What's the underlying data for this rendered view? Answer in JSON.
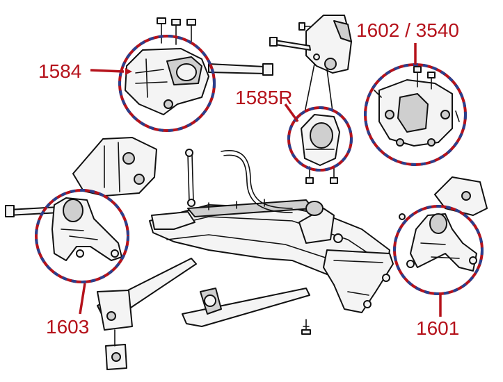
{
  "callouts": {
    "c1584": "1584",
    "c1585r": "1585R",
    "c1602": "1602 / 3540",
    "c1603": "1603",
    "c1601": "1601"
  },
  "colors": {
    "callout_text": "#b5121b",
    "ring_red": "#b5121b",
    "ring_blue": "#2b3f8c",
    "line_art": "#111111"
  }
}
